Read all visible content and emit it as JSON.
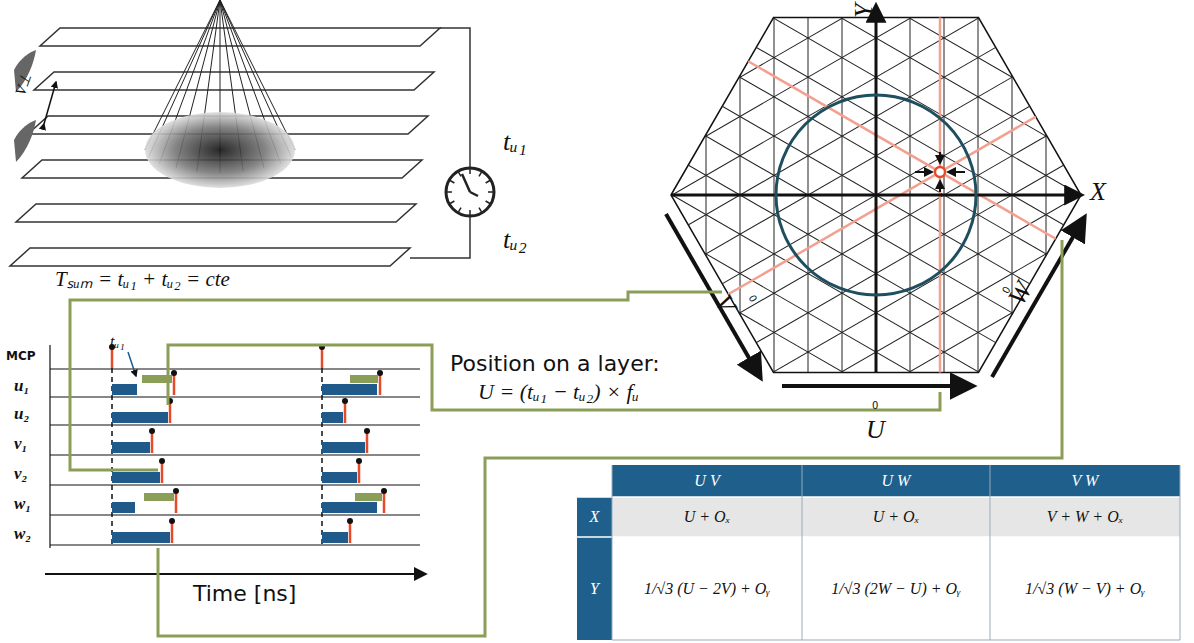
{
  "diagram": {
    "labels": [
      "tᵤ₁",
      "tᵤ₂",
      "Tₛᵤₘ = tᵤ₁ + tᵤ₂ = cte",
      "V⊥",
      "MCP",
      "u₁",
      "u₂",
      "v₁",
      "v₂",
      "w₁",
      "w₂",
      "tᵤ₁",
      "Time [ns]",
      "Position on a layer:",
      "U = (tᵤ₁ − tᵤ₂) × fᵤ",
      "Y",
      "X",
      "V",
      "0",
      "W",
      "0",
      "U",
      "0",
      "U V",
      "U W",
      "V W",
      "X",
      "U + Oₓ",
      "U + Oₓ",
      "V + W + Oₓ",
      "Y",
      "1/√3 (U − 2V) + Oᵧ",
      "1/√3 (2W − U) + Oᵧ",
      "1/√3 (W − V) + Oᵧ"
    ]
  }
}
